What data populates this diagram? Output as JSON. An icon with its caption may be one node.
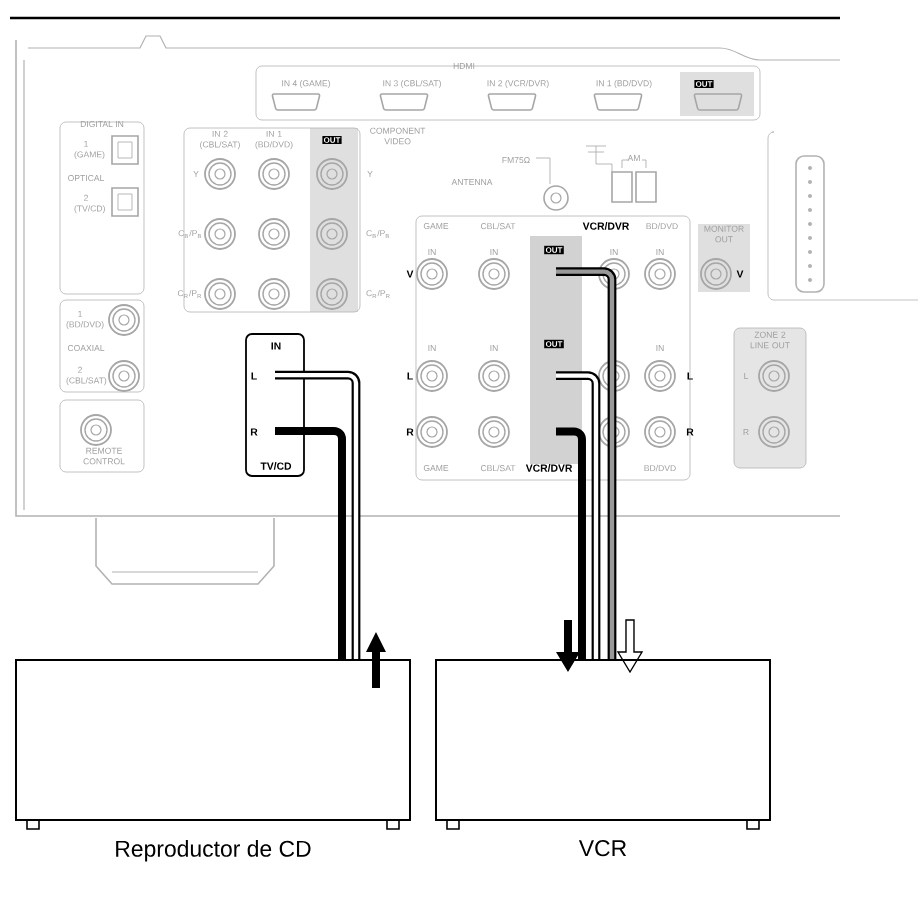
{
  "diagram": {
    "nodes": [
      {
        "text": [
          "IN",
          "L",
          "R",
          "TV/CD"
        ]
      },
      {
        "text": [
          "OUT",
          "OUT"
        ]
      },
      {
        "text": [],
        "shape": "box",
        "beside": [
          "Reproductor de CD"
        ]
      },
      {
        "text": [],
        "shape": "box",
        "beside": [
          "VCR"
        ]
      }
    ],
    "edges": [
      {
        "from": 2,
        "to": 0,
        "arrow": "none"
      },
      {
        "from": 2,
        "to": 0,
        "arrow": "none"
      },
      {
        "from": 1,
        "to": 3,
        "arrow": "none"
      },
      {
        "from": 1,
        "to": 3,
        "arrow": "none"
      },
      {
        "from": 1,
        "to": 3,
        "arrow": "none"
      }
    ],
    "labels": [
      "HDMI",
      "IN 4 (GAME)",
      "IN 3 (CBL/SAT)",
      "IN 2 (VCR/DVR)",
      "IN 1 (BD/DVD)",
      "OUT",
      "DIGITAL IN",
      "IN 2 (CBL/SAT)",
      "IN 1 (BD/DVD)",
      "OUT",
      "COMPONENT VIDEO",
      "1 (GAME)",
      "OPTICAL",
      "2 (TV/CD)",
      "FM75Ω",
      "AM",
      "Y",
      "Y",
      "ANTENNA",
      "C$_{B}$/P$_{B}$",
      "C$_{B}$/P$_{B}$",
      "GAME",
      "CBL/SAT",
      "VCR/DVR",
      "BD/DVD",
      "MONITOR OUT",
      "IN",
      "IN",
      "IN",
      "IN",
      "V",
      "V",
      "C$_{R}$/P$_{R}$",
      "C$_{R}$/P$_{R}$",
      "1 (BD/DVD)",
      "COAXIAL",
      "IN",
      "IN",
      "IN",
      "ZONE 2 LINE OUT",
      "2 (CBL/SAT)",
      "L",
      "L",
      "L",
      "R",
      "R",
      "R",
      "REMOTE CONTROL",
      "GAME",
      "CBL/SAT",
      "VCR/DVR",
      "BD/DVD"
    ]
  }
}
